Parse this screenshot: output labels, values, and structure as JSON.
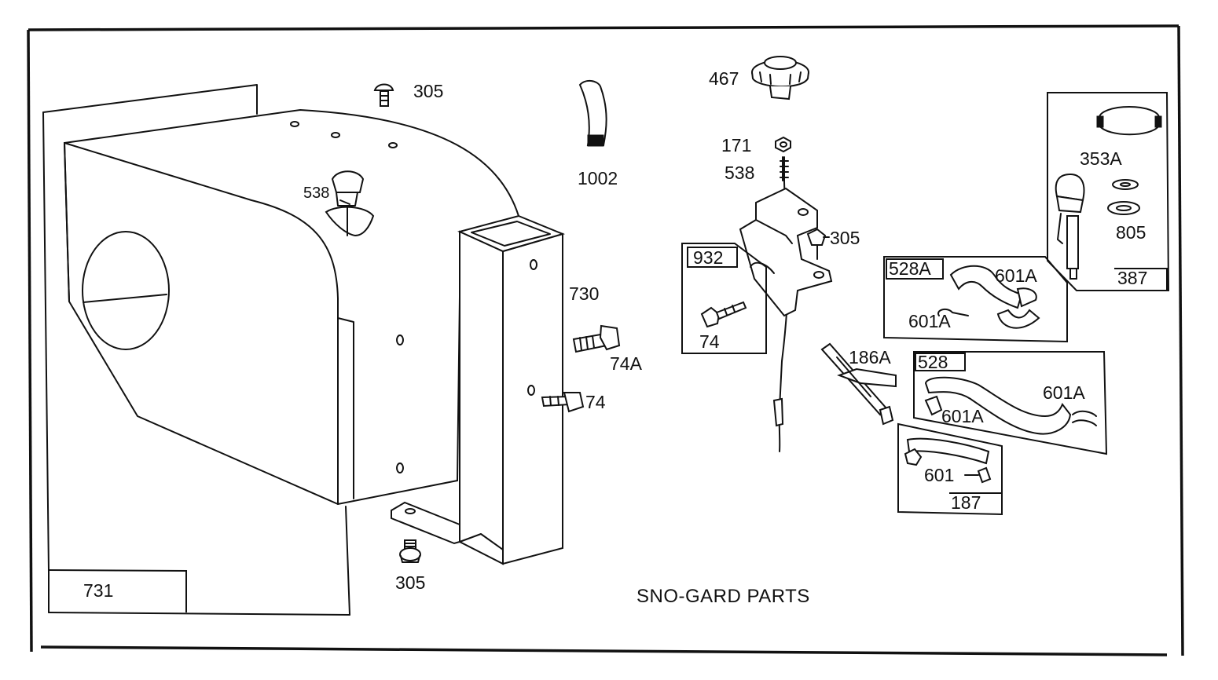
{
  "title": "SNO-GARD PARTS",
  "labels": {
    "p305_top": "305",
    "p1002": "1002",
    "p467": "467",
    "p171": "171",
    "p538_rod": "538",
    "p305_right": "305",
    "p932": "932",
    "p74_kit": "74",
    "p538_tank": "538",
    "p730": "730",
    "p74a": "74A",
    "p74": "74",
    "p305_bottom": "305",
    "p731": "731",
    "p353a": "353A",
    "p805": "805",
    "p387": "387",
    "p528a": "528A",
    "p601a_1": "601A",
    "p601a_2": "601A",
    "p186a": "186A",
    "p528": "528",
    "p601a_3": "601A",
    "p601a_4": "601A",
    "p601": "601",
    "p187": "187"
  }
}
